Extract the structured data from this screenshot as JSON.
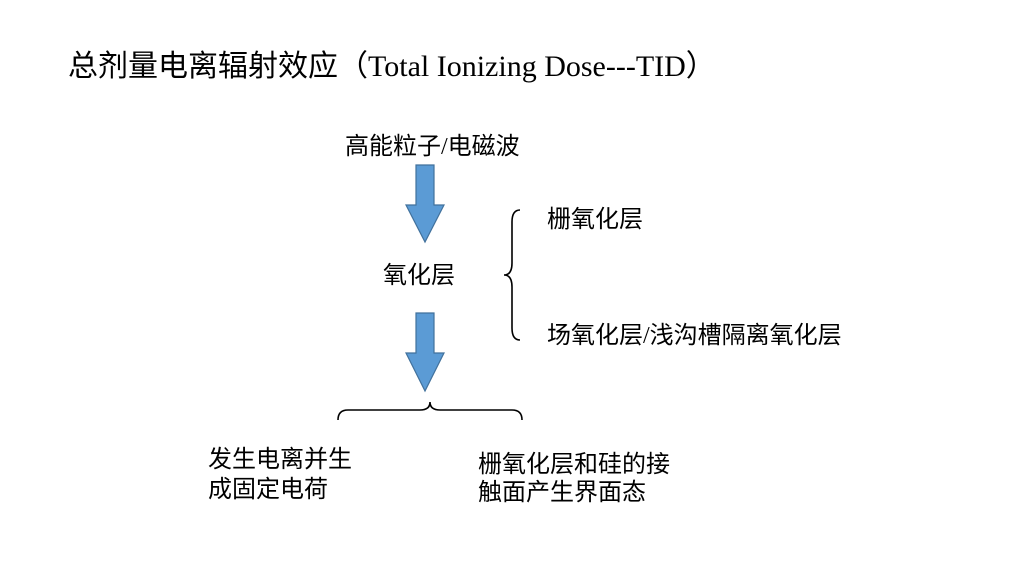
{
  "title": "总剂量电离辐射效应（Total Ionizing Dose---TID）",
  "diagram": {
    "source": "高能粒子/电磁波",
    "middle": "氧化层",
    "branches": [
      "栅氧化层",
      "场氧化层/浅沟槽隔离氧化层"
    ],
    "effects": [
      {
        "lines": [
          "发生电离并生",
          "成固定电荷"
        ]
      },
      {
        "lines": [
          "栅氧化层和硅的接",
          "触面产生界面态"
        ]
      }
    ]
  },
  "colors": {
    "background": "#ffffff",
    "text": "#000000",
    "arrow_fill": "#5b9bd5",
    "arrow_stroke": "#41719c",
    "brace": "#000000"
  }
}
